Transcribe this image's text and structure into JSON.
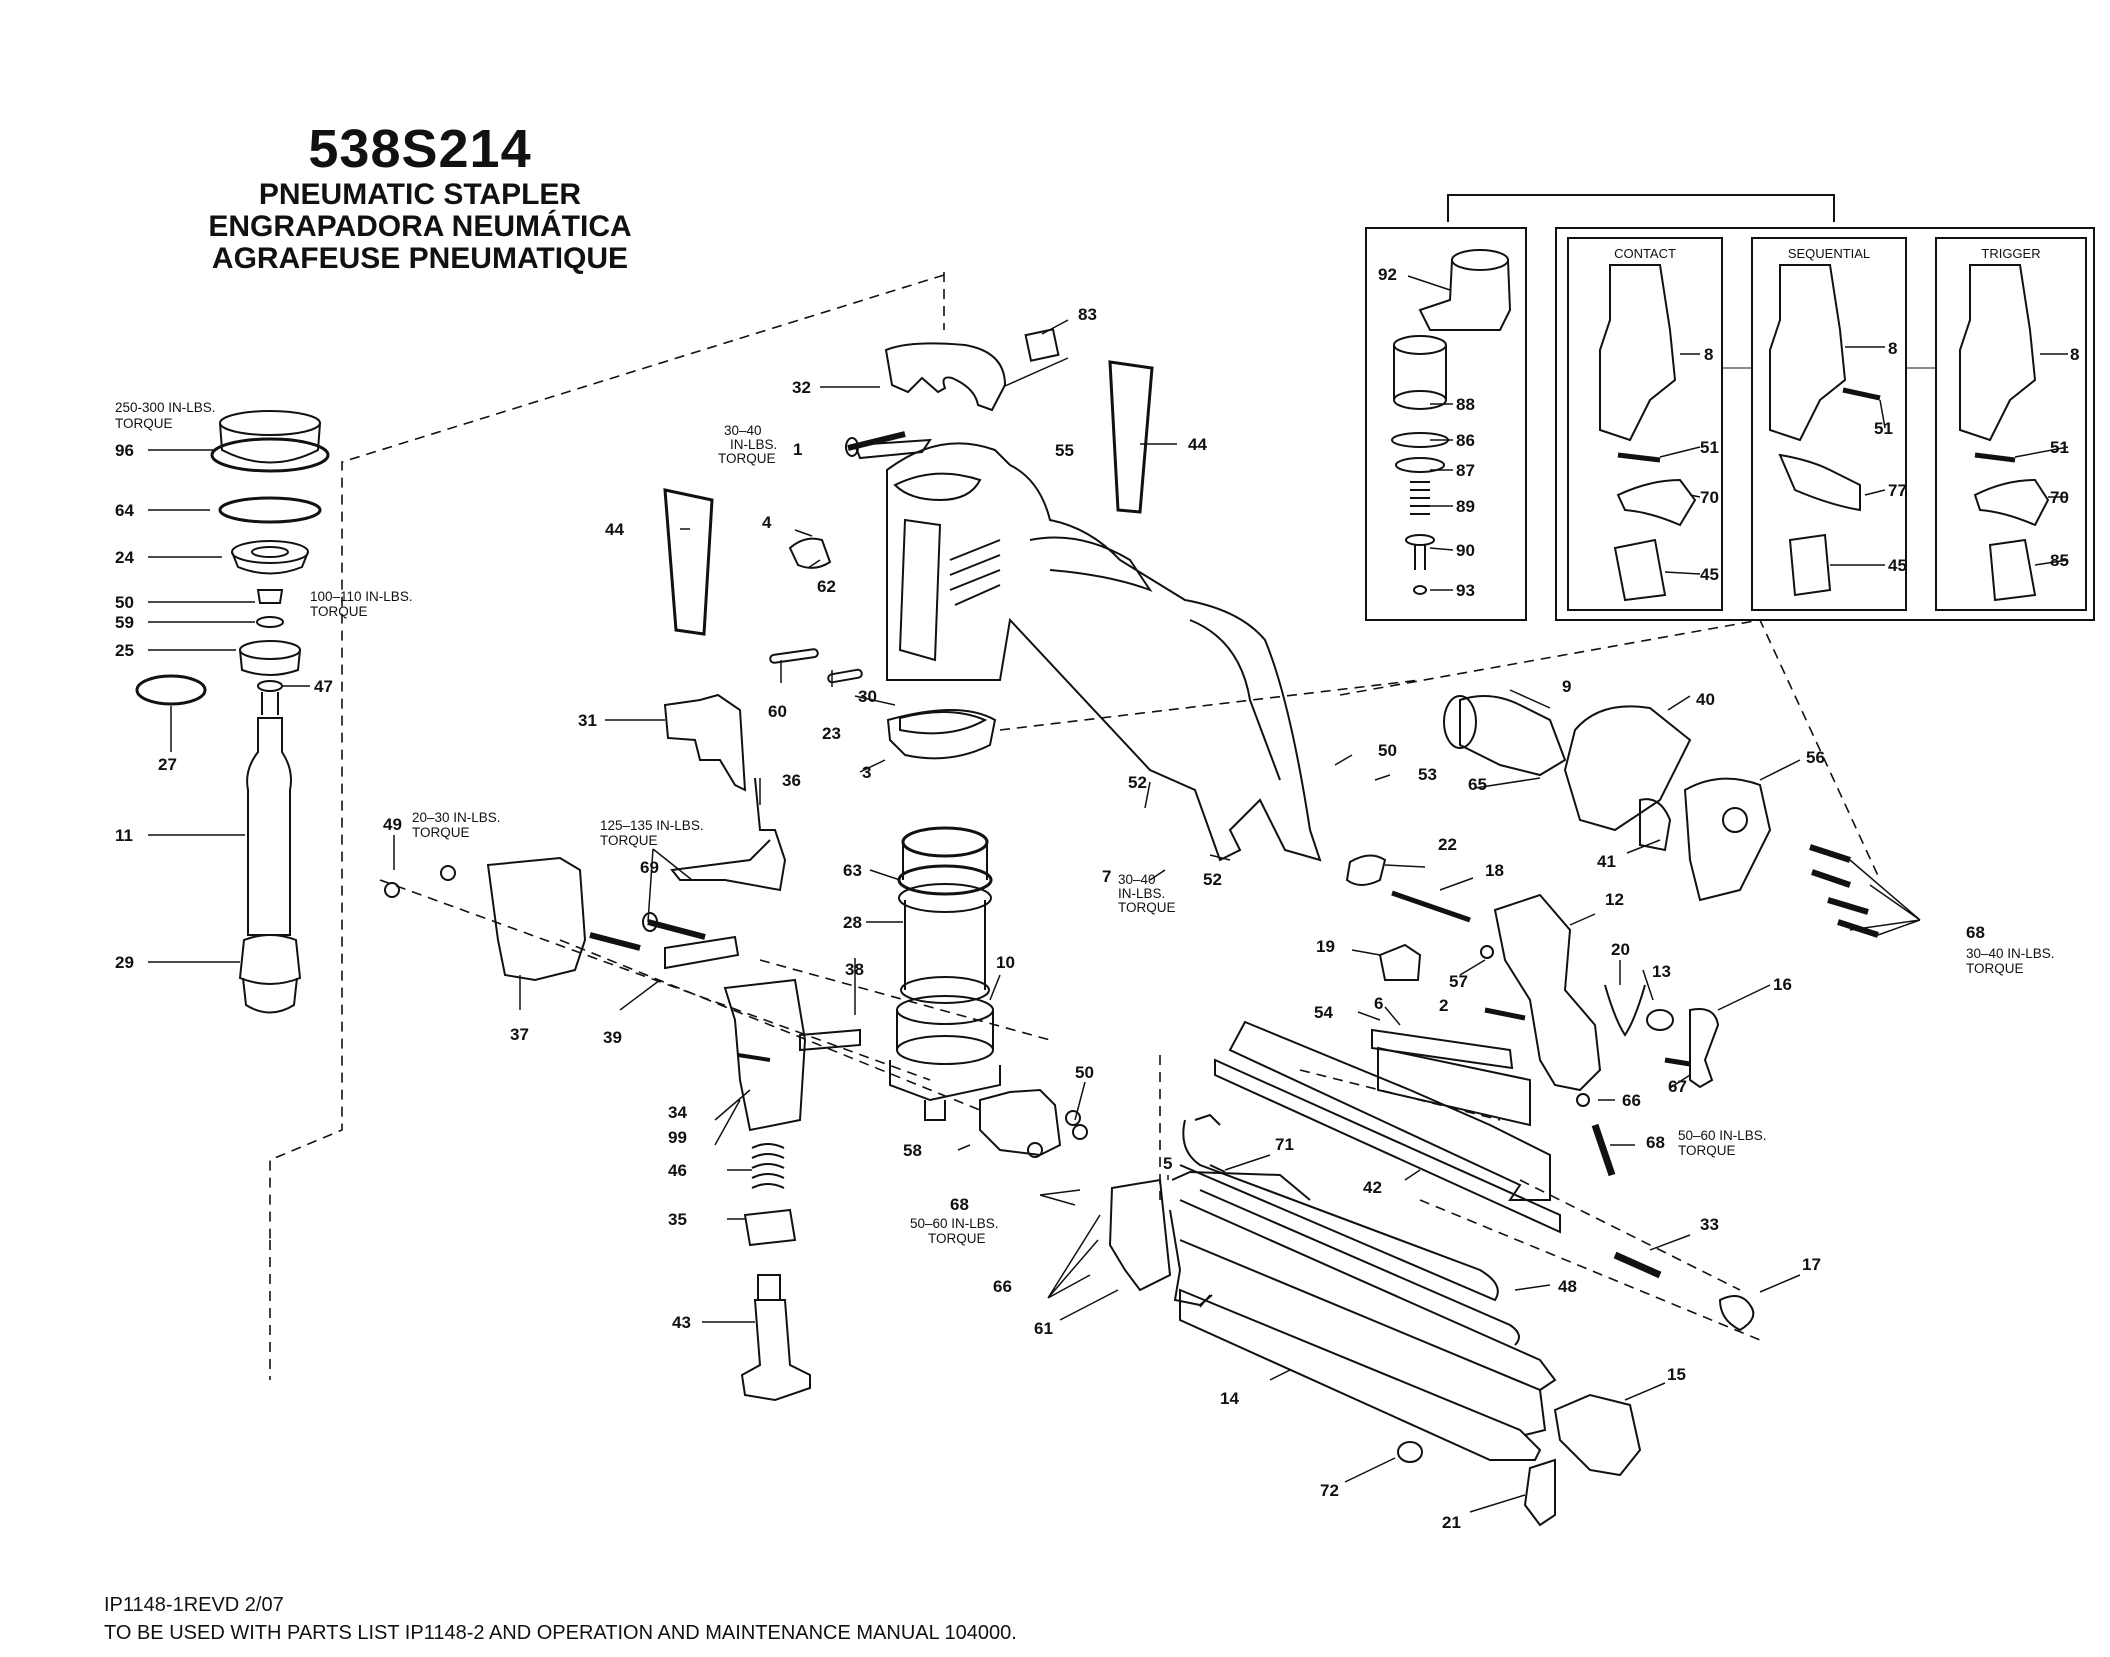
{
  "header": {
    "model": "538S214",
    "name_en": "PNEUMATIC STAPLER",
    "name_es": "ENGRAPADORA NEUMÁTICA",
    "name_fr": "AGRAFEUSE PNEUMATIQUE"
  },
  "footer": {
    "doc_id": "IP1148-1REVD 2/07",
    "note": "TO BE USED WITH PARTS LIST IP1148-2 AND OPERATION AND MAINTENANCE MANUAL 104000."
  },
  "torque_notes": {
    "t96": [
      "250-300 IN-LBS.",
      "TORQUE"
    ],
    "t50": [
      "100–110 IN-LBS.",
      "TORQUE"
    ],
    "t1": [
      "30–40",
      "IN-LBS.",
      "TORQUE"
    ],
    "t49": [
      "20–30 IN-LBS.",
      "TORQUE"
    ],
    "t69": [
      "125–135 IN-LBS.",
      "TORQUE"
    ],
    "t7": [
      "30–40",
      "IN-LBS.",
      "TORQUE"
    ],
    "t68a": [
      "50–60 IN-LBS.",
      "TORQUE"
    ],
    "t68b": [
      "50–60 IN-LBS.",
      "TORQUE"
    ],
    "t68c": [
      "30–40 IN-LBS.",
      "TORQUE"
    ]
  },
  "trigger_boxes": {
    "contact": "CONTACT",
    "sequential": "SEQUENTIAL",
    "trigger": "TRIGGER"
  },
  "part_labels": {
    "p96": "96",
    "p64": "64",
    "p24": "24",
    "p50a": "50",
    "p59": "59",
    "p25": "25",
    "p47": "47",
    "p27": "27",
    "p11": "11",
    "p29": "29",
    "p32": "32",
    "p83": "83",
    "p1": "1",
    "p55": "55",
    "p44a": "44",
    "p44b": "44",
    "p4": "4",
    "p62": "62",
    "p60": "60",
    "p23": "23",
    "p30": "30",
    "p3": "3",
    "p31": "31",
    "p36": "36",
    "p49": "49",
    "p69": "69",
    "p37": "37",
    "p39": "39",
    "p38": "38",
    "p34": "34",
    "p99": "99",
    "p46": "46",
    "p35": "35",
    "p43": "43",
    "p63": "63",
    "p28": "28",
    "p10": "10",
    "p58": "58",
    "p50b": "50",
    "p52a": "52",
    "p7": "7",
    "p52b": "52",
    "p50c": "50",
    "p53": "53",
    "p9": "9",
    "p65": "65",
    "p40": "40",
    "p56": "56",
    "p41": "41",
    "p68a": "68",
    "p22": "22",
    "p18": "18",
    "p12": "12",
    "p19": "19",
    "p57": "57",
    "p20": "20",
    "p13": "13",
    "p16": "16",
    "p54": "54",
    "p6": "6",
    "p2": "2",
    "p67": "67",
    "p66a": "66",
    "p68b": "68",
    "p5": "5",
    "p71": "71",
    "p68c": "68",
    "p66b": "66",
    "p61": "61",
    "p42": "42",
    "p33": "33",
    "p17": "17",
    "p48": "48",
    "p14": "14",
    "p15": "15",
    "p72": "72",
    "p21": "21",
    "p92": "92",
    "p88": "88",
    "p86": "86",
    "p87": "87",
    "p89": "89",
    "p90": "90",
    "p93": "93",
    "c8": "8",
    "c51": "51",
    "c70": "70",
    "c45": "45",
    "s8": "8",
    "s51": "51",
    "s77": "77",
    "s45": "45",
    "t8": "8",
    "t51": "51",
    "t70": "70",
    "t85": "85"
  }
}
